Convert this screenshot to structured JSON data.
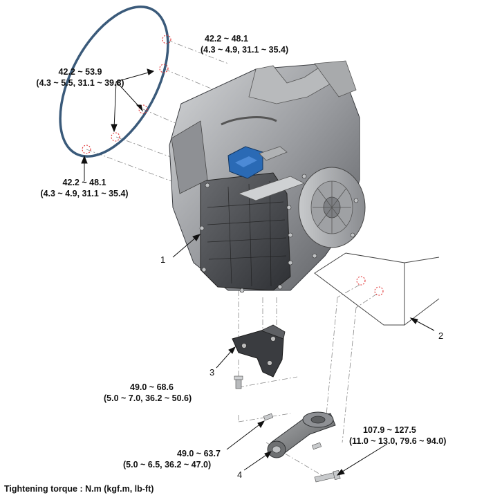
{
  "torque_labels": {
    "ring_top_right": {
      "line1": "42.2 ~ 48.1",
      "line2": "(4.3 ~ 4.9, 31.1 ~ 35.4)"
    },
    "ring_left": {
      "line1": "42.2 ~ 53.9",
      "line2": "(4.3 ~ 5.5, 31.1 ~ 39.8)"
    },
    "ring_bottom": {
      "line1": "42.2 ~ 48.1",
      "line2": "(4.3 ~ 4.9, 31.1 ~ 35.4)"
    },
    "mount_bracket": {
      "line1": "49.0 ~ 68.6",
      "line2": "(5.0 ~ 7.0, 36.2 ~ 50.6)"
    },
    "roll_rod_bolt": {
      "line1": "49.0 ~ 63.7",
      "line2": "(5.0 ~ 6.5, 36.2 ~ 47.0)"
    },
    "roll_rod_through_bolt": {
      "line1": "107.9 ~ 127.5",
      "line2": "(11.0 ~ 13.0, 79.6 ~ 94.0)"
    }
  },
  "callouts": {
    "c1": "1",
    "c2": "2",
    "c3": "3",
    "c4": "4"
  },
  "footer": "Tightening torque : N.m (kgf.m, lb-ft)",
  "colors": {
    "ring": "#3a5a7a",
    "bolt_marker": "#e03030",
    "actuator": "#2a6ab5",
    "casing": "#6e7074"
  }
}
